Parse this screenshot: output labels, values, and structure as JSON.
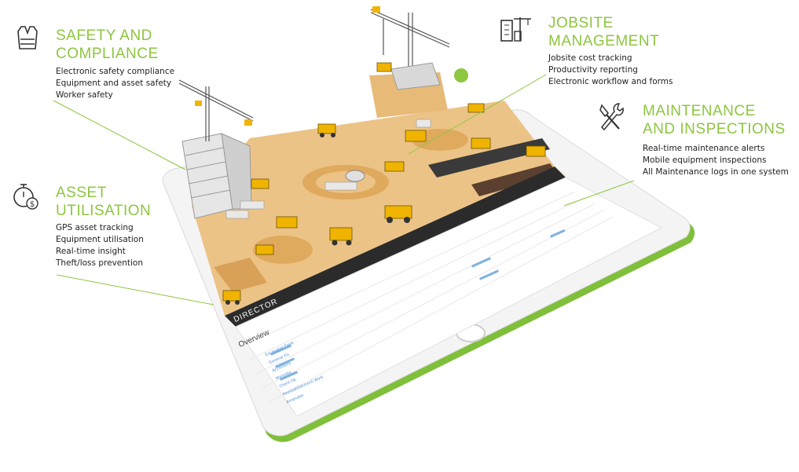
{
  "colors": {
    "accent": "#8dc63f",
    "sand": "#ecc386",
    "tablet_edge": "#86c440",
    "text": "#222222",
    "icon": "#333333"
  },
  "features": [
    {
      "heading": "SAFETY AND\nCOMPLIANCE",
      "icon": "safety-vest-icon",
      "items": [
        "Electronic safety compliance",
        "Equipment and asset safety",
        "Worker safety"
      ]
    },
    {
      "heading": "ASSET\nUTILISATION",
      "icon": "stopwatch-dollar-icon",
      "items": [
        "GPS asset tracking",
        "Equipment utilisation",
        "Real-time insight",
        "Theft/loss prevention"
      ]
    },
    {
      "heading": "JOBSITE\nMANAGEMENT",
      "icon": "building-crane-icon",
      "items": [
        "Jobsite cost tracking",
        "Productivity reporting",
        "Electronic workflow and forms"
      ]
    },
    {
      "heading": "MAINTENANCE\nAND INSPECTIONS",
      "icon": "wrench-screwdriver-icon",
      "items": [
        "Real-time maintenance alerts",
        "Mobile equipment inspections",
        "All Maintenance logs in one system"
      ]
    }
  ],
  "screen": {
    "brand": "DIRECTOR",
    "view_title": "Overview",
    "table_links": [
      "Excavator Fleet",
      "General Fix",
      "Accessory",
      "Mainsite",
      "Client Ok",
      "Reestablishment Work",
      "Amendes"
    ]
  }
}
